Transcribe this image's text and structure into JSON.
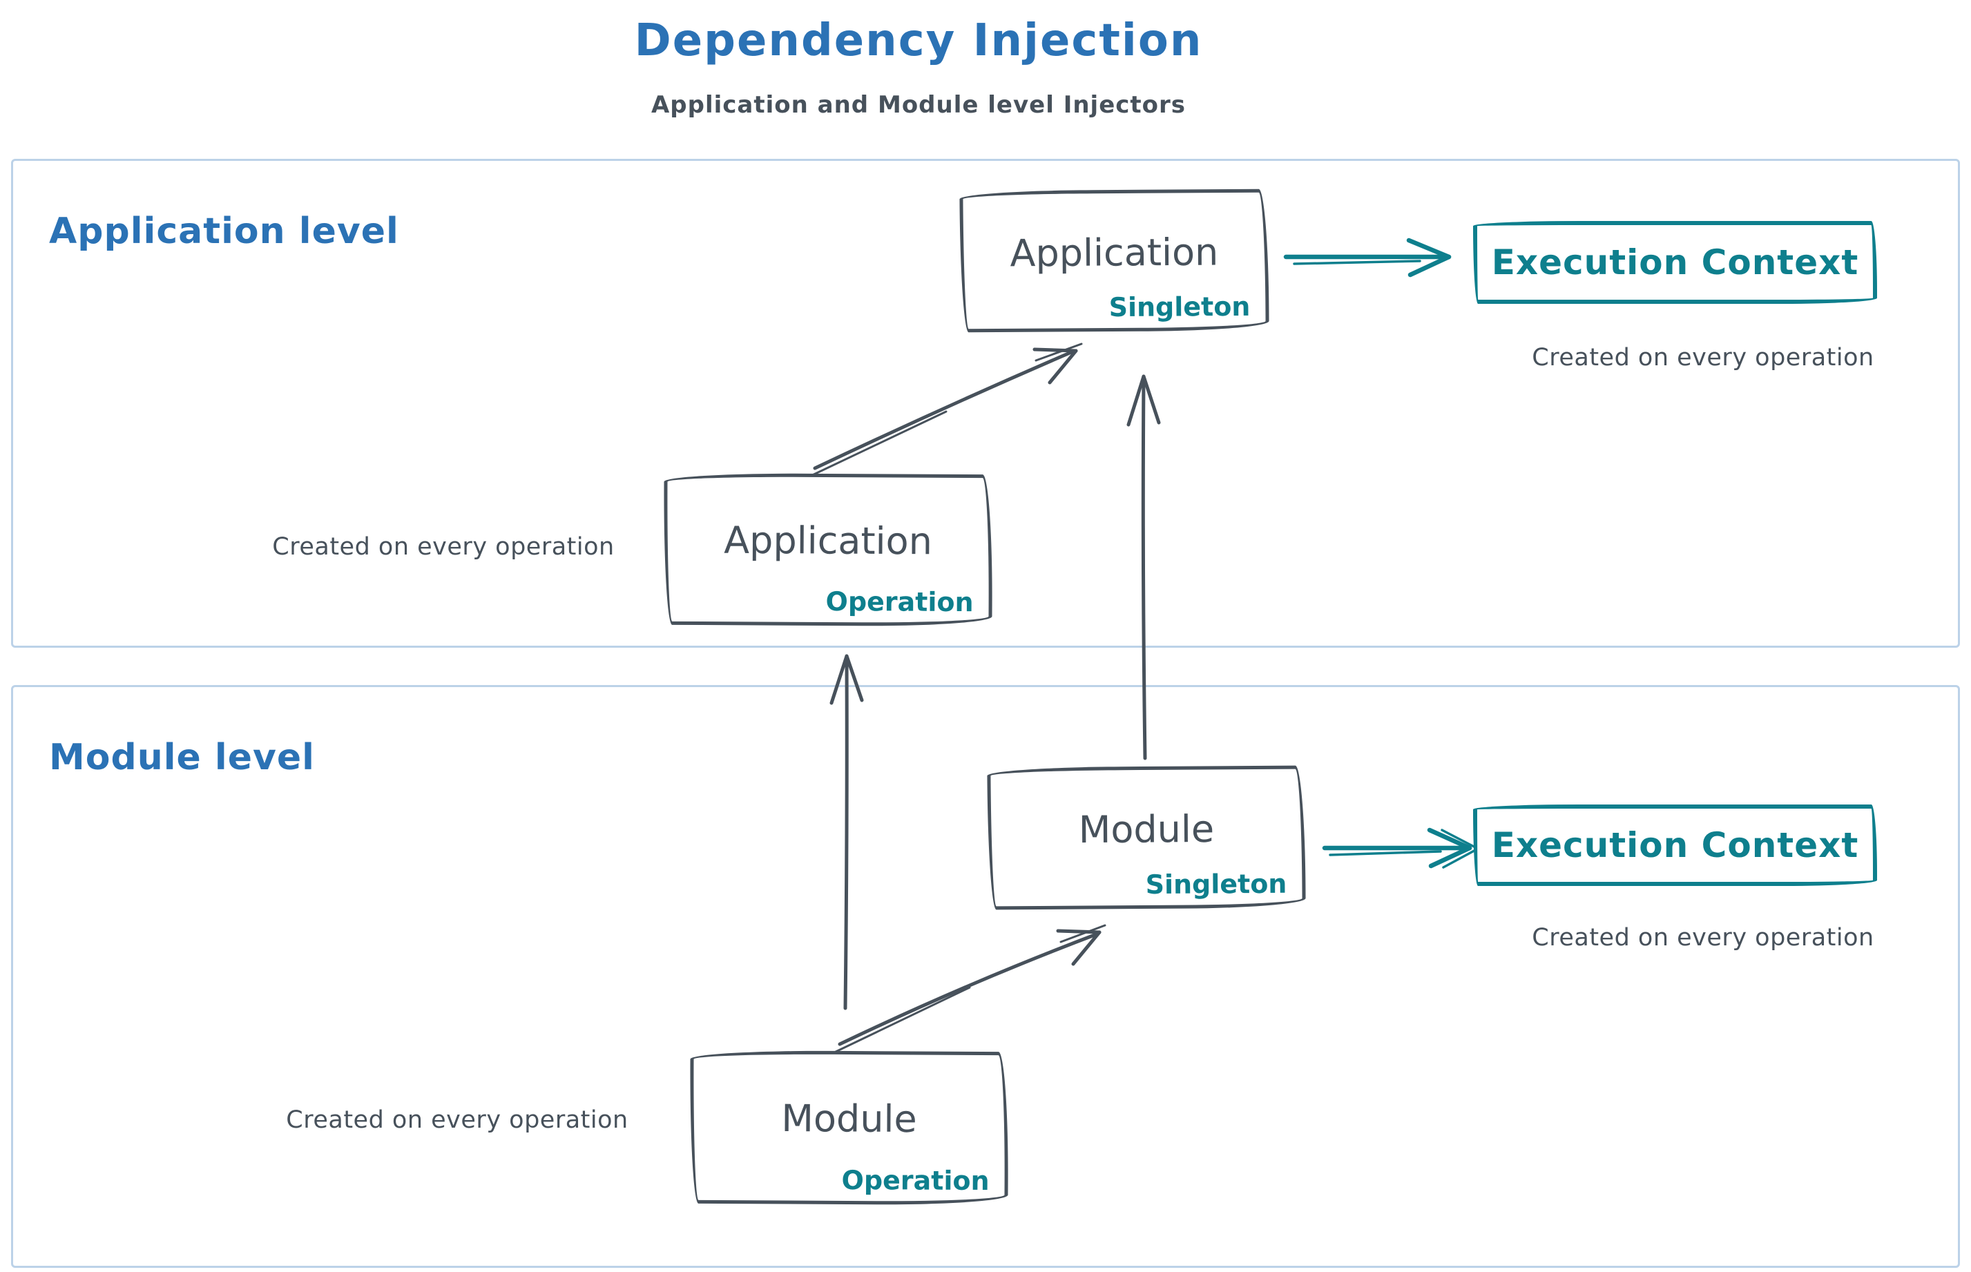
{
  "title": "Dependency Injection",
  "subtitle": "Application and Module level Injectors",
  "panels": {
    "application": {
      "label": "Application level"
    },
    "module": {
      "label": "Module level"
    }
  },
  "boxes": {
    "app_singleton": {
      "title": "Application",
      "tag": "Singleton"
    },
    "app_operation": {
      "title": "Application",
      "tag": "Operation",
      "caption": "Created on every operation"
    },
    "app_execution": {
      "title": "Execution Context",
      "caption": "Created on every operation"
    },
    "module_singleton": {
      "title": "Module",
      "tag": "Singleton"
    },
    "module_operation": {
      "title": "Module",
      "tag": "Operation",
      "caption": "Created on every operation"
    },
    "module_execution": {
      "title": "Execution Context",
      "caption": "Created on every operation"
    }
  },
  "colors": {
    "accent_blue": "#2b72b5",
    "ink_gray": "#47515b",
    "teal": "#0e7f8d",
    "panel_border": "#bcd2e8"
  }
}
